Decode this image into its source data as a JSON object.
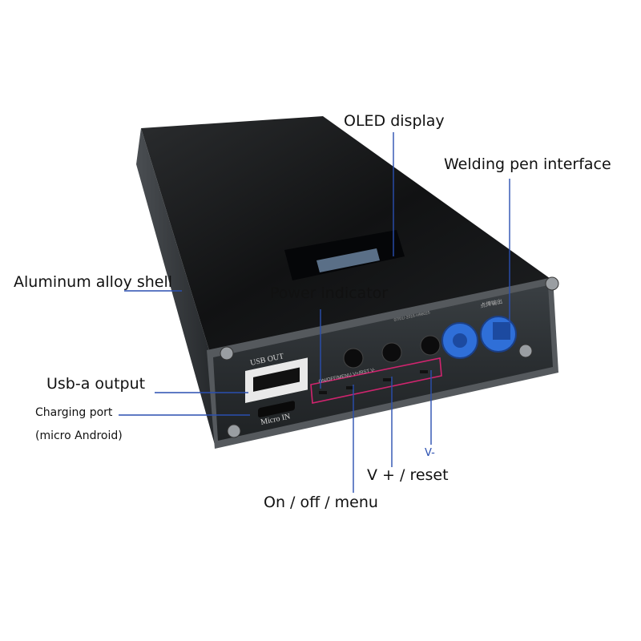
{
  "labels": {
    "oled_display": "OLED display",
    "welding_pen_interface": "Welding pen interface",
    "aluminum_shell": "Aluminum alloy shell",
    "power_indicator": "Power indicator",
    "usb_output": "Usb-a output",
    "charging_port": "Charging port",
    "charging_port_note": "(micro Android)",
    "v_minus": "V-",
    "v_plus_reset": "V + / reset",
    "on_off_menu": "On / off / menu"
  },
  "device_text": {
    "usb_out": "USB OUT",
    "micro_in": "Micro IN",
    "button_row": "ON/OFF/MENU   V+/RST   V-",
    "serial": "07/01/-2016-H96025",
    "pen_port_marking": "点焊输出"
  },
  "colors": {
    "callout_line": "#2a4fb0",
    "highlight_box": "#d0246e",
    "pen_port": "#2f6fd8",
    "body_top": "#151515",
    "front_panel": "#2b2f32"
  }
}
